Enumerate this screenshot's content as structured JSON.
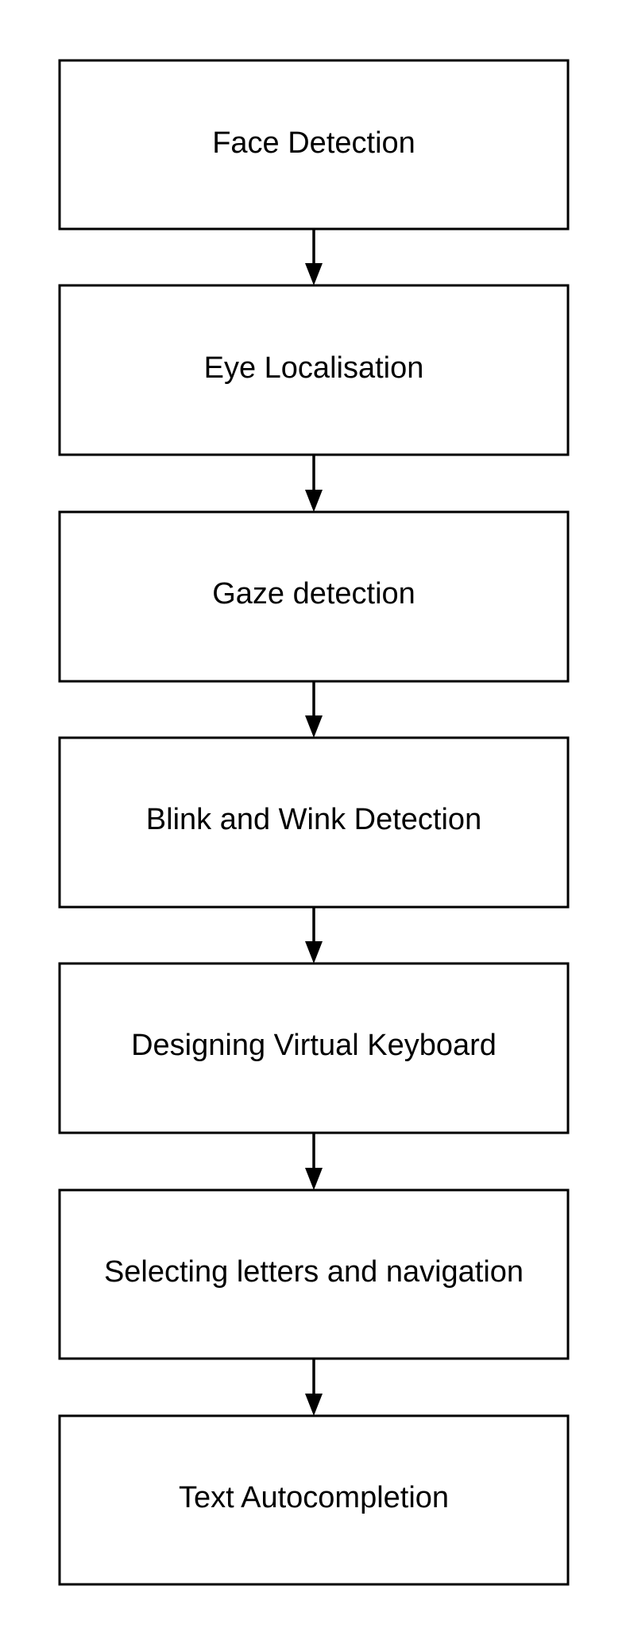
{
  "diagram": {
    "type": "flowchart",
    "direction": "top-to-bottom",
    "steps": [
      {
        "label": "Face Detection"
      },
      {
        "label": "Eye Localisation"
      },
      {
        "label": "Gaze detection"
      },
      {
        "label": "Blink and Wink Detection"
      },
      {
        "label": "Designing Virtual Keyboard"
      },
      {
        "label": "Selecting letters and navigation"
      },
      {
        "label": "Text Autocompletion"
      }
    ],
    "connectors": [
      {
        "from": 0,
        "to": 1
      },
      {
        "from": 1,
        "to": 2
      },
      {
        "from": 2,
        "to": 3
      },
      {
        "from": 3,
        "to": 4
      },
      {
        "from": 4,
        "to": 5
      },
      {
        "from": 5,
        "to": 6
      }
    ],
    "colors": {
      "stroke": "#000000",
      "box_fill": "#ffffff",
      "text": "#000000",
      "background": "#ffffff"
    }
  }
}
